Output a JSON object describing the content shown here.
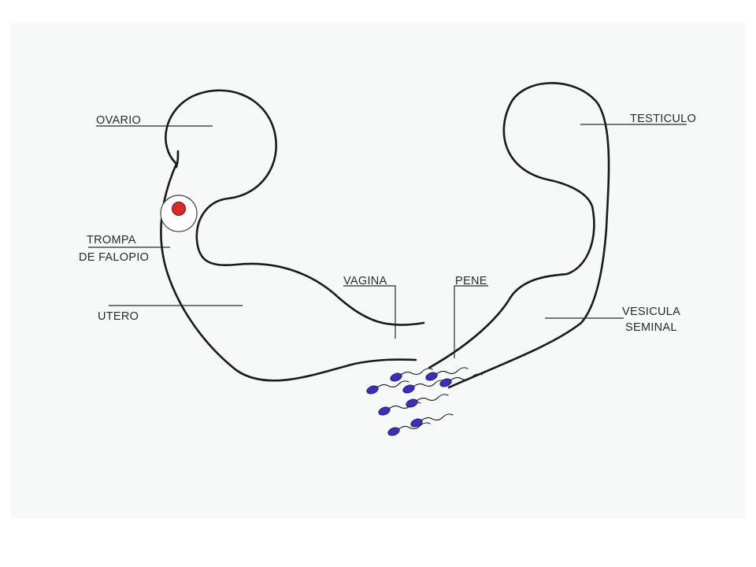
{
  "labels": {
    "ovario": "OVARIO",
    "trompa_line1": "TROMPA",
    "trompa_line2": "DE FALOPIO",
    "utero": "UTERO",
    "vagina": "VAGINA",
    "pene": "PENE",
    "testiculo": "TESTICULO",
    "vesicula_line1": "VESICULA",
    "vesicula_line2": "SEMINAL"
  },
  "colors": {
    "ovum": "#d42a2a",
    "sperm": "#3a2fb8",
    "outline": "#1a1a1a"
  }
}
